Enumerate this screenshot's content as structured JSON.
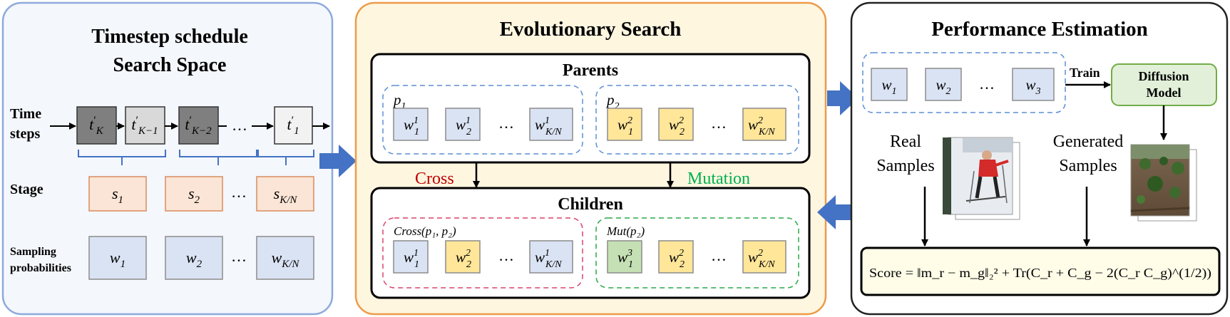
{
  "panel_left": {
    "title_line1": "Timestep schedule",
    "title_line2": "Search Space",
    "row_labels": {
      "time_steps_line1": "Time",
      "time_steps_line2": "steps",
      "stage": "Stage",
      "sampling_line1": "Sampling",
      "sampling_line2": "probabilities"
    },
    "timesteps": [
      {
        "base": "t",
        "prime": "′",
        "sub": "K"
      },
      {
        "base": "t",
        "prime": "′",
        "sub": "K−1"
      },
      {
        "base": "t",
        "prime": "′",
        "sub": "K−2"
      },
      {
        "base": "t",
        "prime": "′",
        "sub": "1"
      }
    ],
    "stages": [
      {
        "base": "s",
        "sub": "1"
      },
      {
        "base": "s",
        "sub": "2"
      },
      {
        "base": "s",
        "sub": "K/N"
      }
    ],
    "weights": [
      {
        "base": "w",
        "sub": "1"
      },
      {
        "base": "w",
        "sub": "2"
      },
      {
        "base": "w",
        "sub": "K/N"
      }
    ],
    "ellipsis": "…"
  },
  "panel_middle": {
    "title": "Evolutionary Search",
    "parents_title": "Parents",
    "children_title": "Children",
    "cross_label": "Cross",
    "mutation_label": "Mutation",
    "parent1_label": {
      "base": "p",
      "sub": "1"
    },
    "parent2_label": {
      "base": "p",
      "sub": "2"
    },
    "child1_label": "Cross(p₁, p₂)",
    "child2_label": "Mut(p₂)",
    "parent1_genes": [
      {
        "base": "w",
        "sup": "1",
        "sub": "1"
      },
      {
        "base": "w",
        "sup": "1",
        "sub": "2"
      },
      {
        "base": "w",
        "sup": "1",
        "sub": "K/N"
      }
    ],
    "parent2_genes": [
      {
        "base": "w",
        "sup": "2",
        "sub": "1"
      },
      {
        "base": "w",
        "sup": "2",
        "sub": "2"
      },
      {
        "base": "w",
        "sup": "2",
        "sub": "K/N"
      }
    ],
    "child1_genes": [
      {
        "base": "w",
        "sup": "1",
        "sub": "1"
      },
      {
        "base": "w",
        "sup": "2",
        "sub": "2"
      },
      {
        "base": "w",
        "sup": "1",
        "sub": "K/N"
      }
    ],
    "child2_genes": [
      {
        "base": "w",
        "sup": "3",
        "sub": "1"
      },
      {
        "base": "w",
        "sup": "2",
        "sub": "2"
      },
      {
        "base": "w",
        "sup": "2",
        "sub": "K/N"
      }
    ],
    "ellipsis": "…"
  },
  "panel_right": {
    "title": "Performance Estimation",
    "weights": [
      {
        "base": "w",
        "sub": "1"
      },
      {
        "base": "w",
        "sub": "2"
      },
      {
        "base": "w",
        "sub": "3"
      }
    ],
    "ellipsis": "…",
    "train_label": "Train",
    "model_line1": "Diffusion",
    "model_line2": "Model",
    "real_line1": "Real",
    "real_line2": "Samples",
    "generated_line1": "Generated",
    "generated_line2": "Samples",
    "score_formula": "Score = ‖m_r − m_g‖₂² + Tr(C_r + C_g − 2(C_r C_g)^(1/2))"
  },
  "colors": {
    "panel_left_border": "#8eaadb",
    "panel_left_fill": "#f4f7fc",
    "panel_middle_border": "#ed9b48",
    "panel_middle_fill": "#fff6e0",
    "panel_right_border": "#222222",
    "blue_cell": "#dae3f3",
    "orange_cell": "#ffe699",
    "green_cell": "#c5e0b4",
    "pink_cell": "#fbe5d6",
    "stage_border": "#d98b5f",
    "dark_step": "#7f7f7f",
    "light_step": "#d9d9d9",
    "arrow_blue": "#4472c4",
    "cross_red": "#c00000",
    "mutation_green": "#00b050",
    "dashed_blue": "#5b8fd4",
    "dashed_red": "#d9446a",
    "dashed_green": "#2aa84a",
    "model_fill": "#e2f0d9",
    "model_border": "#70ad47"
  }
}
